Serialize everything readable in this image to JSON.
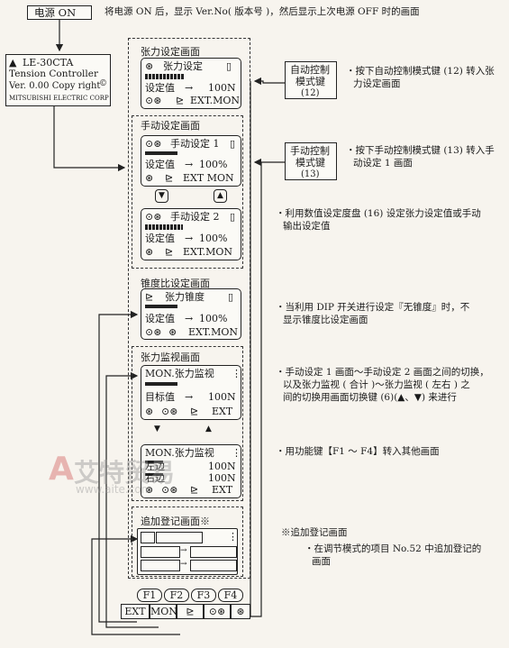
{
  "power_on": "电源 ON",
  "power_desc": "将电源 ON 后，显示 Ver.No( 版本号 )，然后显示上次电源 OFF 时的画面",
  "startup": {
    "line1": "LE-30CTA",
    "line2": "Tension Controller",
    "line3": "Ver. 0.00  Copy right",
    "copyright_mark": "©",
    "line4": "MITSUBISHI ELECTRIC CORP"
  },
  "tension_setting": {
    "section": "张力设定画面",
    "title": "张力设定",
    "label": "设定值",
    "arrow": "→",
    "value": "100N",
    "footer": "EXT.MON"
  },
  "manual_setting": {
    "section": "手动设定画面",
    "screen1_title": "手动设定 1",
    "screen2_title": "手动设定 2",
    "label": "设定值",
    "arrow": "→",
    "value": "100%",
    "footer1": "EXT MON",
    "footer2": "EXT.MON"
  },
  "taper_setting": {
    "section": "锥度比设定画面",
    "title": "张力锥度",
    "label": "设定值",
    "arrow": "→",
    "value": "100%",
    "footer": "EXT.MON"
  },
  "tension_monitor": {
    "section": "张力监视画面",
    "screen1_title": "MON.张力监视",
    "target_label": "目标值",
    "arrow": "→",
    "target_value": "100N",
    "footer1": "EXT",
    "screen2_title": "MON.张力监视",
    "left_label": "左边",
    "left_value": "100N",
    "right_label": "右边",
    "right_value": "100N",
    "footer2": "EXT"
  },
  "additional": {
    "section": "追加登记画面※"
  },
  "auto_key": {
    "line1": "自动控制",
    "line2": "模式键",
    "line3": "(12)"
  },
  "manual_key": {
    "line1": "手动控制",
    "line2": "模式键",
    "line3": "(13)"
  },
  "nav_keys": {
    "down": "▼",
    "up": "▲"
  },
  "notes": {
    "n1a": "・按下自动控制模式键 (12) 转入张",
    "n1b": "力设定画面",
    "n2a": "・按下手动控制模式键 (13) 转入手",
    "n2b": "动设定 1 画面",
    "n3a": "・利用数值设定度盘 (16) 设定张力设定值或手动",
    "n3b": "输出设定值",
    "n4a": "・当利用 DIP 开关进行设定『无锥度』时，不",
    "n4b": "显示锥度比设定画面",
    "n5a": "・手动设定 1 画面～手动设定 2 画面之间的切换，",
    "n5b": "以及张力监视 ( 合计 )～张力监视 ( 左右 ) 之",
    "n5c": "间的切换用画面切换键 (6)(▲、▼) 来进行",
    "n6": "・用功能键【F1 ～ F4】转入其他画面",
    "n7_title": "※追加登记画面",
    "n7a": "・在调节模式的项目 No.52 中追加登记的",
    "n7b": "画面"
  },
  "function_keys": [
    "F1",
    "F2",
    "F3",
    "F4"
  ],
  "soft_keys": {
    "ext": "EXT",
    "mon": "MON"
  },
  "watermark": {
    "text": "艾特贸易",
    "url": "www.aite.com"
  }
}
